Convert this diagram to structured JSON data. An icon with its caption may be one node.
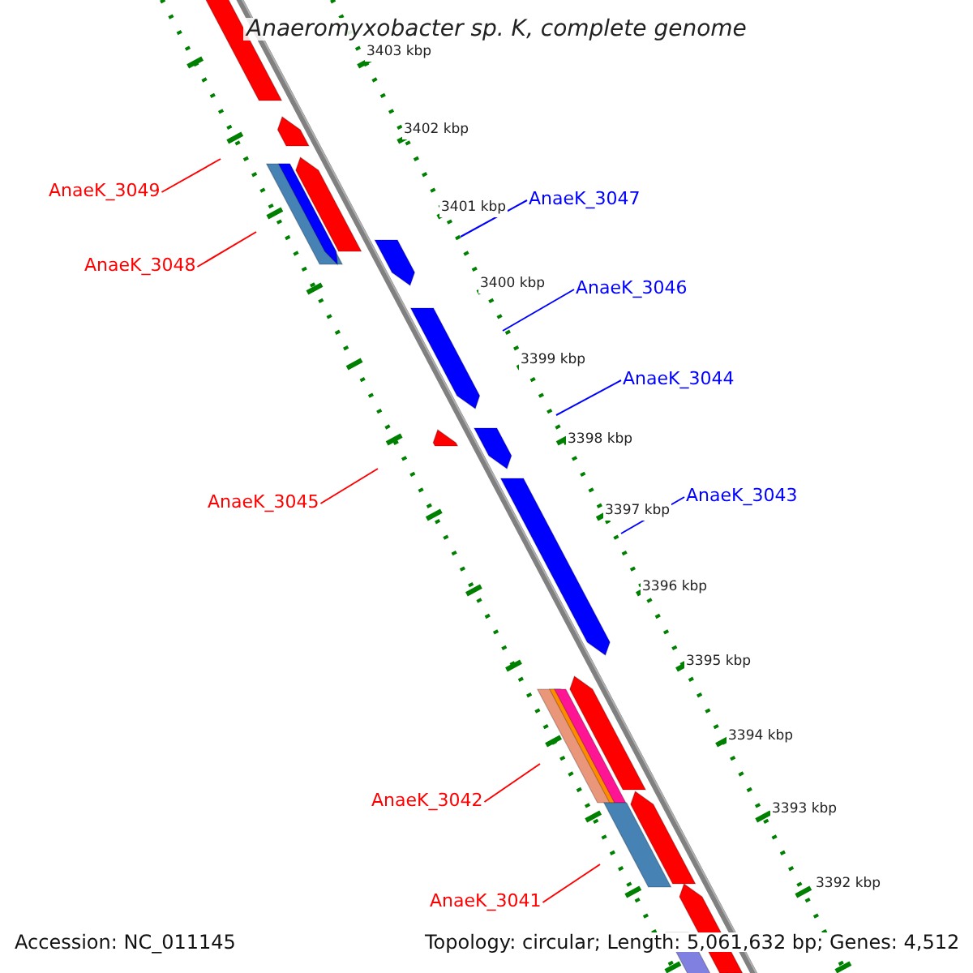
{
  "diagram": {
    "title": "Anaeromyxobacter sp. K, complete genome",
    "nodes": [
      {
        "text": [
          "AnaeK_3049"
        ]
      },
      {
        "text": [
          "AnaeK_3047"
        ]
      },
      {
        "text": [
          "AnaeK_3048"
        ]
      },
      {
        "text": [
          "AnaeK_3046"
        ]
      },
      {
        "text": [
          "AnaeK_3044"
        ]
      },
      {
        "text": [
          "AnaeK_3043"
        ]
      },
      {
        "text": [
          "AnaeK_3045"
        ]
      },
      {
        "text": [
          "AnaeK_3042"
        ]
      },
      {
        "text": [
          "AnaeK_3041"
        ]
      }
    ],
    "edges": [
      {
        "from": 0,
        "to": null,
        "arrow": "none"
      },
      {
        "from": 1,
        "to": null,
        "arrow": "none",
        "color": "#0000ff"
      },
      {
        "from": 2,
        "to": null,
        "arrow": "none"
      },
      {
        "from": 3,
        "to": null,
        "arrow": "none",
        "color": "#0000ff"
      },
      {
        "from": 4,
        "to": null,
        "arrow": "none",
        "color": "#0000ff"
      },
      {
        "from": 5,
        "to": null,
        "arrow": "none",
        "color": "#0000ff"
      },
      {
        "from": 6,
        "to": null,
        "arrow": "none"
      },
      {
        "from": 7,
        "to": null,
        "arrow": "none"
      },
      {
        "from": 8,
        "to": null,
        "arrow": "none"
      }
    ],
    "labels": [
      "3403 kbp",
      "3402 kbp",
      "3401 kbp",
      "3400 kbp",
      "3399 kbp",
      "3398 kbp",
      "3397 kbp",
      "3396 kbp",
      "3395 kbp",
      "3394 kbp",
      "3393 kbp",
      "3392 kbp",
      "Accession: NC_011145",
      "Topology: circular; Length: 5,061,632 bp; Genes: 4,512"
    ]
  }
}
